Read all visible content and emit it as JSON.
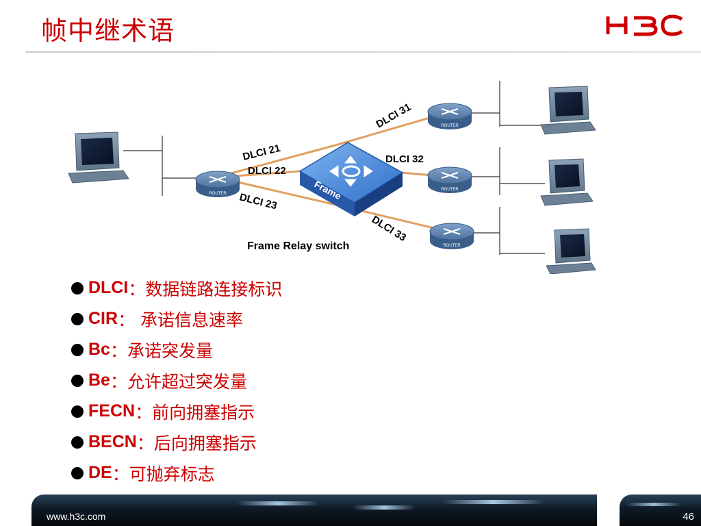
{
  "title": "帧中继术语",
  "logo": {
    "text": "H3C",
    "color": "#cc0000"
  },
  "diagram": {
    "switch_label": "Frame",
    "switch_caption": "Frame Relay switch",
    "router_label": "ROUTER",
    "dlci_labels": [
      "DLCI 21",
      "DLCI 22",
      "DLCI 23",
      "DLCI 31",
      "DLCI 32",
      "DLCI 33"
    ],
    "link_color": "#e0a060"
  },
  "bullets": [
    {
      "term": "DLCI",
      "sep": "：",
      "text": "数据链路连接标识"
    },
    {
      "term": "CIR",
      "sep": "：",
      "text": " 承诺信息速率"
    },
    {
      "term": "Bc",
      "sep": "：",
      "text": "承诺突发量"
    },
    {
      "term": "Be",
      "sep": "：",
      "text": "允许超过突发量"
    },
    {
      "term": "FECN",
      "sep": "：",
      "text": "前向拥塞指示"
    },
    {
      "term": "BECN",
      "sep": "：",
      "text": "后向拥塞指示"
    },
    {
      "term": "DE",
      "sep": "：",
      "text": "可抛弃标志"
    }
  ],
  "footer": {
    "url": "www.h3c.com",
    "page_number": "46"
  },
  "colors": {
    "accent": "#cc0000",
    "router": "#5a7fa8",
    "switch": "#4a86d8"
  }
}
